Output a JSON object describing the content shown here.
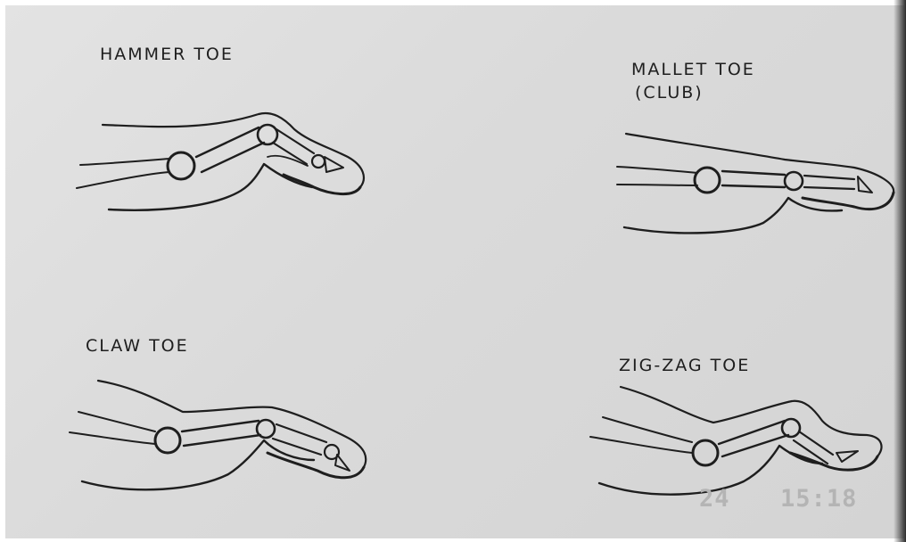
{
  "labels": {
    "hammer": "HAMMER TOE",
    "mallet_line1": "MALLET TOE",
    "mallet_line2": "(CLUB)",
    "claw": "CLAW TOE",
    "zigzag": "ZIG-ZAG TOE"
  },
  "stamp": {
    "day": "24",
    "time": "15:18"
  },
  "colors": {
    "ink": "#1e1e1e",
    "paper": "#dcdcdc",
    "stamp": "#b4b4b4"
  }
}
